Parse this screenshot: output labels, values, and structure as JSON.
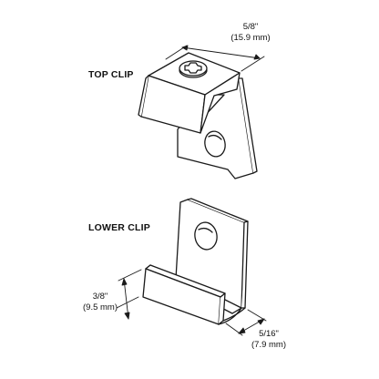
{
  "top_clip": {
    "title": "TOP CLIP",
    "dimension": {
      "fraction": "5/8\"",
      "metric": "(15.9 mm)"
    }
  },
  "lower_clip": {
    "title": "LOWER CLIP",
    "height_dimension": {
      "fraction": "3/8\"",
      "metric": "(9.5 mm)"
    },
    "depth_dimension": {
      "fraction": "5/16\"",
      "metric": "(7.9 mm)"
    }
  },
  "colors": {
    "line": "#1a1a1a",
    "fill": "#ffffff"
  }
}
